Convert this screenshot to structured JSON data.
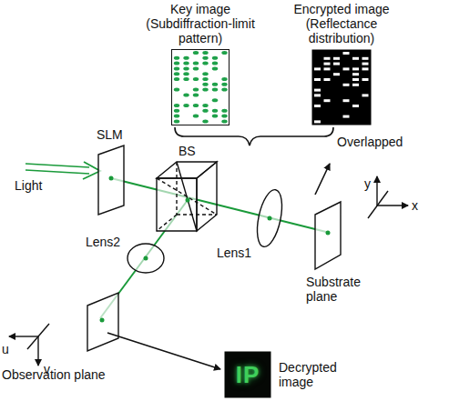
{
  "diagram": {
    "nodes": [
      {
        "text": [
          "Key image (Subdiffraction-limit pattern)"
        ]
      },
      {
        "text": [
          "Encrypted image (Reflectance distribution)"
        ]
      },
      {
        "text": [
          "Decrypted image"
        ]
      }
    ],
    "labels": [
      "Overlapped",
      "SLM",
      "Light",
      "BS",
      "Lens1",
      "Lens2",
      "Substrate plane",
      "y",
      "x",
      "u",
      "v",
      "Observation plane",
      "IP"
    ]
  }
}
